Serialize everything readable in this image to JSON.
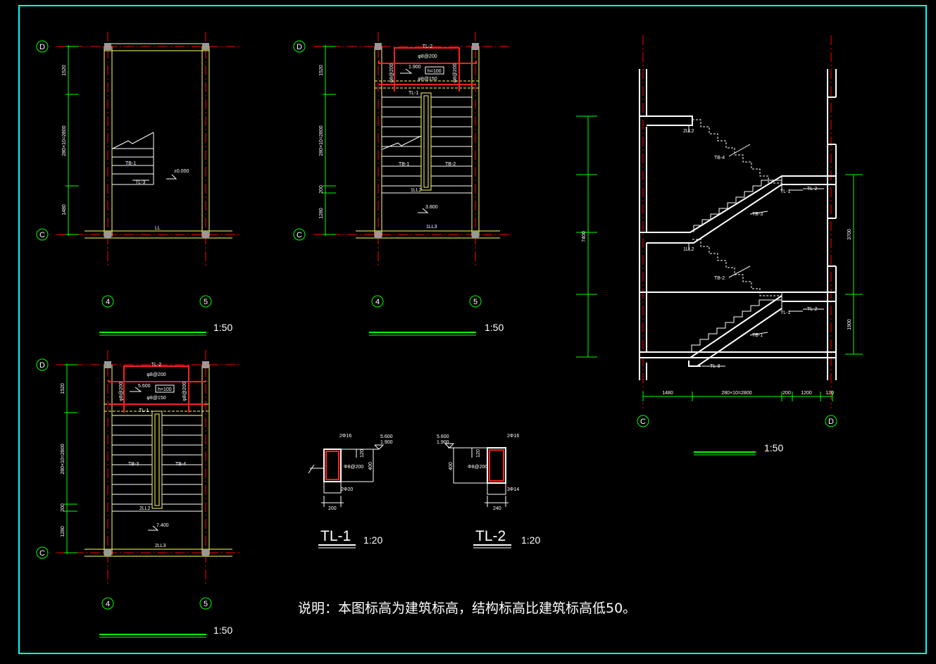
{
  "colors": {
    "frame": "#00ffff",
    "axis": "#ff0000",
    "wall": "#ffff66",
    "stair": "#ffffff",
    "dim": "#00ff00",
    "rebar": "#ff2020",
    "bubble": "#00ff00"
  },
  "grid": {
    "D": "D",
    "C": "C",
    "n4": "4",
    "n5": "5"
  },
  "plan1": {
    "d1": "1520",
    "d2": "280×10=2800",
    "d3": "1480",
    "tb": "TB-1",
    "tl": "TL-3",
    "level": "±0.000",
    "ll": "LL"
  },
  "plan2": {
    "d1": "1520",
    "d2": "280×10=2800",
    "d3": "200",
    "d4": "1280",
    "tl2": "TL-2",
    "rebar_top": "φ8@200",
    "rebar_left": "φ8@200",
    "rebar_right": "φ8@200",
    "rebar_bot": "φ8@150",
    "level_a": "1.900",
    "h": "h=100",
    "tl1": "TL-1",
    "tb1": "TB-1",
    "tb2": "TB-2",
    "tl_bot": "1LL2",
    "level_b": "3.800",
    "ll3": "1LL3"
  },
  "plan3": {
    "d1": "1520",
    "d2": "280×10=2800",
    "d3": "200",
    "d4": "1280",
    "tl2": "TL-2",
    "rebar_top": "φ8@200",
    "rebar_left": "φ8@200",
    "rebar_right": "φ8@200",
    "rebar_bot": "φ8@150",
    "level_a": "5.600",
    "h": "h=100",
    "tl1": "TL-1",
    "tb3": "TB-3",
    "tb4": "TB-4",
    "tl_bot": "2LL2",
    "level_b": "7.400",
    "ll3": "2LL3"
  },
  "section": {
    "left_total": "7400",
    "right_upper": "3700",
    "right_lower": "1900",
    "b1": "1480",
    "b2": "280×10=2800",
    "b3": "200",
    "b4": "1200",
    "b5": "120",
    "tb4": "TB-4",
    "tb3": "TB-3",
    "tb2": "TB-2",
    "tb1": "TB-1",
    "tl1a": "TL-1",
    "tl1b": "TL-1",
    "tl2a": "TL-2",
    "tl2b": "TL-2",
    "tl3": "TL-3",
    "ll2a": "2LL2",
    "ll2b": "1LL2"
  },
  "tl1": {
    "top_bar": "2Φ16",
    "lvl1": "5.600",
    "lvl2": "1.900",
    "dim_a": "120",
    "stirrup": "Φ8@200",
    "height": "400",
    "bot_bar": "2Φ20",
    "width": "200",
    "title": "TL-1",
    "scale": "1:20"
  },
  "tl2": {
    "top_bar": "2Φ16",
    "lvl1": "5.600",
    "lvl2": "1.900",
    "dim_a": "120",
    "stirrup": "Φ8@200",
    "height": "400",
    "bot_bar": "3Φ14",
    "width": "240",
    "title": "TL-2",
    "scale": "1:20"
  },
  "scales": {
    "plan1": "1:50",
    "plan2": "1:50",
    "plan3": "1:50",
    "section": "1:50"
  },
  "note": "说明：本图标高为建筑标高，结构标高比建筑标高低50。"
}
